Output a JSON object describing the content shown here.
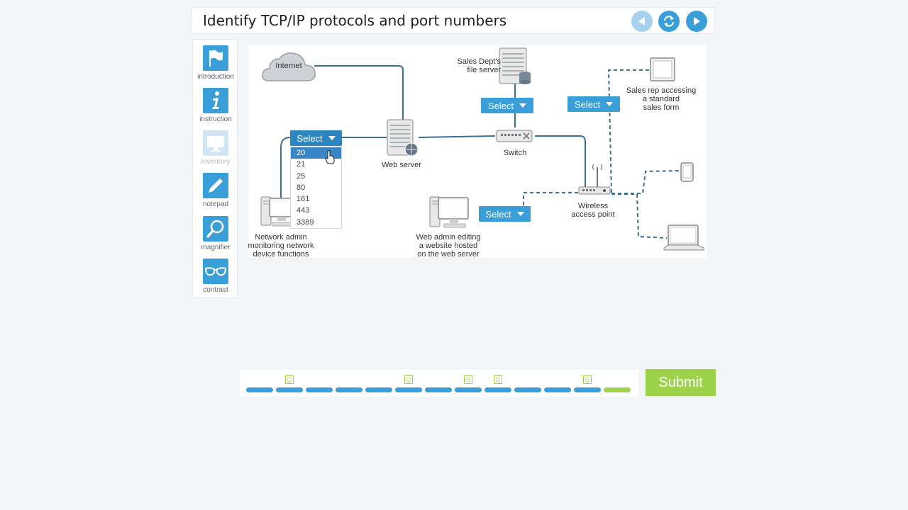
{
  "header": {
    "title": "Identify TCP/IP protocols and port numbers"
  },
  "toolbar": {
    "introduction": "introduction",
    "instruction": "instruction",
    "inventory": "inventory",
    "notepad": "notepad",
    "magnifier": "magnifier",
    "contrast": "contrast"
  },
  "diagram": {
    "internet": "Internet",
    "web_server": "Web server",
    "switch": "Switch",
    "sales_server_l1": "Sales Dept's",
    "sales_server_l2": "file server",
    "sales_rep_l1": "Sales rep accessing",
    "sales_rep_l2": "a standard",
    "sales_rep_l3": "sales form",
    "wap_l1": "Wireless",
    "wap_l2": "access point",
    "net_admin_l1": "Network admin",
    "net_admin_l2": "monitoring network",
    "net_admin_l3": "device functions",
    "web_admin_l1": "Web admin editing",
    "web_admin_l2": "a website hosted",
    "web_admin_l3": "on the web server"
  },
  "selects": {
    "net_admin": "Select",
    "file_server": "Select",
    "sales_rep": "Select",
    "web_admin": "Select"
  },
  "dropdown_options": [
    "20",
    "21",
    "25",
    "80",
    "161",
    "443",
    "3389"
  ],
  "progress": {
    "q_marker": "Q"
  },
  "submit": "Submit",
  "colors": {
    "accent": "#3a9fd8",
    "submit": "#9ed24a"
  }
}
